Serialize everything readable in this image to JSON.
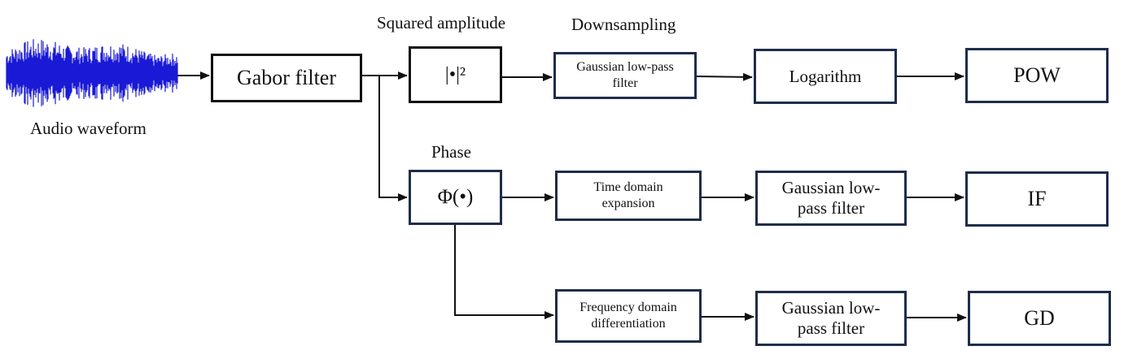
{
  "waveform_label": "Audio waveform",
  "headers": {
    "squared_amplitude": "Squared amplitude",
    "downsampling": "Downsampling",
    "phase": "Phase"
  },
  "boxes": {
    "gabor": "Gabor filter",
    "abs_squared": "|•|²",
    "phase_op": "Φ(•)",
    "gauss_top": "Gaussian low-pass filter",
    "logarithm": "Logarithm",
    "pow": "POW",
    "time_expansion": "Time domain expansion",
    "gauss_mid": "Gaussian low-pass filter",
    "if": "IF",
    "freq_diff": "Frequency domain differentiation",
    "gauss_bot": "Gaussian low-pass filter",
    "gd": "GD"
  },
  "colors": {
    "waveform": "#1a1ad6",
    "box_border_dark": "#111111",
    "box_border_navy": "#1f2d4a"
  }
}
